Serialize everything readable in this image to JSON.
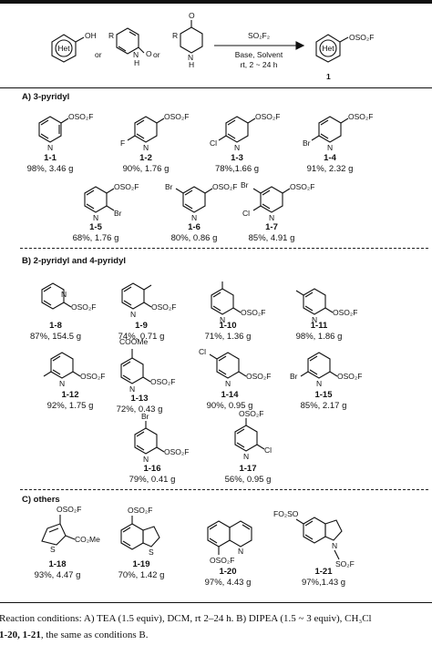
{
  "scheme": {
    "reagent": "SO₂F₂",
    "conditions_line1": "Base, Solvent",
    "conditions_line2": "rt, 2 ~ 24 h",
    "or1": "or",
    "or2": "or",
    "het": "Het",
    "oh": "OH",
    "r": "R",
    "product_label": "1",
    "product_group": "OSO₂F"
  },
  "sections": {
    "a": "A) 3-pyridyl",
    "b": "B) 2-pyridyl and 4-pyridyl",
    "c": "C) others"
  },
  "compounds": [
    {
      "id": "1-1",
      "yield": "98%, 3.46 g"
    },
    {
      "id": "1-2",
      "yield": "90%, 1.76 g"
    },
    {
      "id": "1-3",
      "yield": "78%,1.66 g"
    },
    {
      "id": "1-4",
      "yield": "91%, 2.32 g"
    },
    {
      "id": "1-5",
      "yield": "68%, 1.76 g"
    },
    {
      "id": "1-6",
      "yield": "80%, 0.86 g"
    },
    {
      "id": "1-7",
      "yield": "85%, 4.91 g"
    },
    {
      "id": "1-8",
      "yield": "87%, 154.5 g"
    },
    {
      "id": "1-9",
      "yield": "74%, 0.71 g"
    },
    {
      "id": "1-10",
      "yield": "71%, 1.36 g"
    },
    {
      "id": "1-11",
      "yield": "98%, 1.86 g"
    },
    {
      "id": "1-12",
      "yield": "92%, 1.75 g"
    },
    {
      "id": "1-13",
      "yield": "72%, 0.43 g"
    },
    {
      "id": "1-14",
      "yield": "90%, 0.95 g"
    },
    {
      "id": "1-15",
      "yield": "85%, 2.17 g"
    },
    {
      "id": "1-16",
      "yield": "79%, 0.41 g"
    },
    {
      "id": "1-17",
      "yield": "56%, 0.95 g"
    },
    {
      "id": "1-18",
      "yield": "93%, 4.47 g"
    },
    {
      "id": "1-19",
      "yield": "70%, 1.42 g"
    },
    {
      "id": "1-20",
      "yield": "97%, 4.43 g"
    },
    {
      "id": "1-21",
      "yield": "97%,1.43 g"
    }
  ],
  "labels": {
    "oso2f": "OSO₂F",
    "fo2so": "FO₂SO",
    "so2f": "SO₂F",
    "n": "N",
    "nh": "N",
    "h": "H",
    "f": "F",
    "cl": "Cl",
    "br": "Br",
    "s": "S",
    "cooMe": "COOMe",
    "co2me": "CO₂Me",
    "o": "O"
  },
  "footer": {
    "line1": "Reaction conditions: A) TEA (1.5 equiv), DCM, rt 2–24 h. B) DIPEA (1.5 ~ 3 equiv), CH₃Cl",
    "line2_bold": "1-20, 1-21",
    "line2_rest": ", the same as conditions B."
  }
}
